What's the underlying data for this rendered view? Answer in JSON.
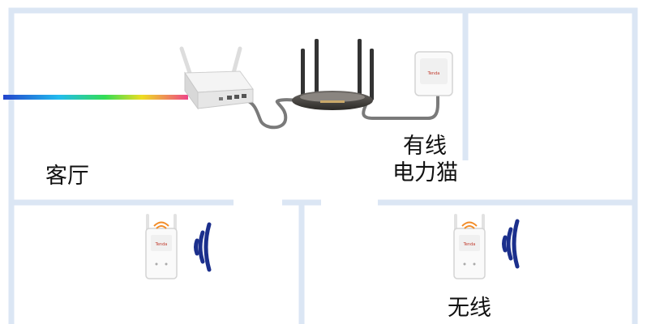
{
  "labels": {
    "living_room": "客厅",
    "wired_line1": "有线",
    "wired_line2": "电力猫",
    "wireless": "无线"
  },
  "device_brand": "Tenda",
  "colors": {
    "walls": "#dbe6f4",
    "cable": "#7a7a7a",
    "wifi_waves": "#1b2f8c",
    "wifi_led": "#f28c28",
    "fiber_gradient": [
      "#2244cc",
      "#22bbee",
      "#33dd55",
      "#eedd22",
      "#ee4488"
    ]
  },
  "icons": [
    "modem-icon",
    "router-icon",
    "powerline-adapter-icon",
    "wifi-extender-icon",
    "wifi-waves-icon"
  ]
}
